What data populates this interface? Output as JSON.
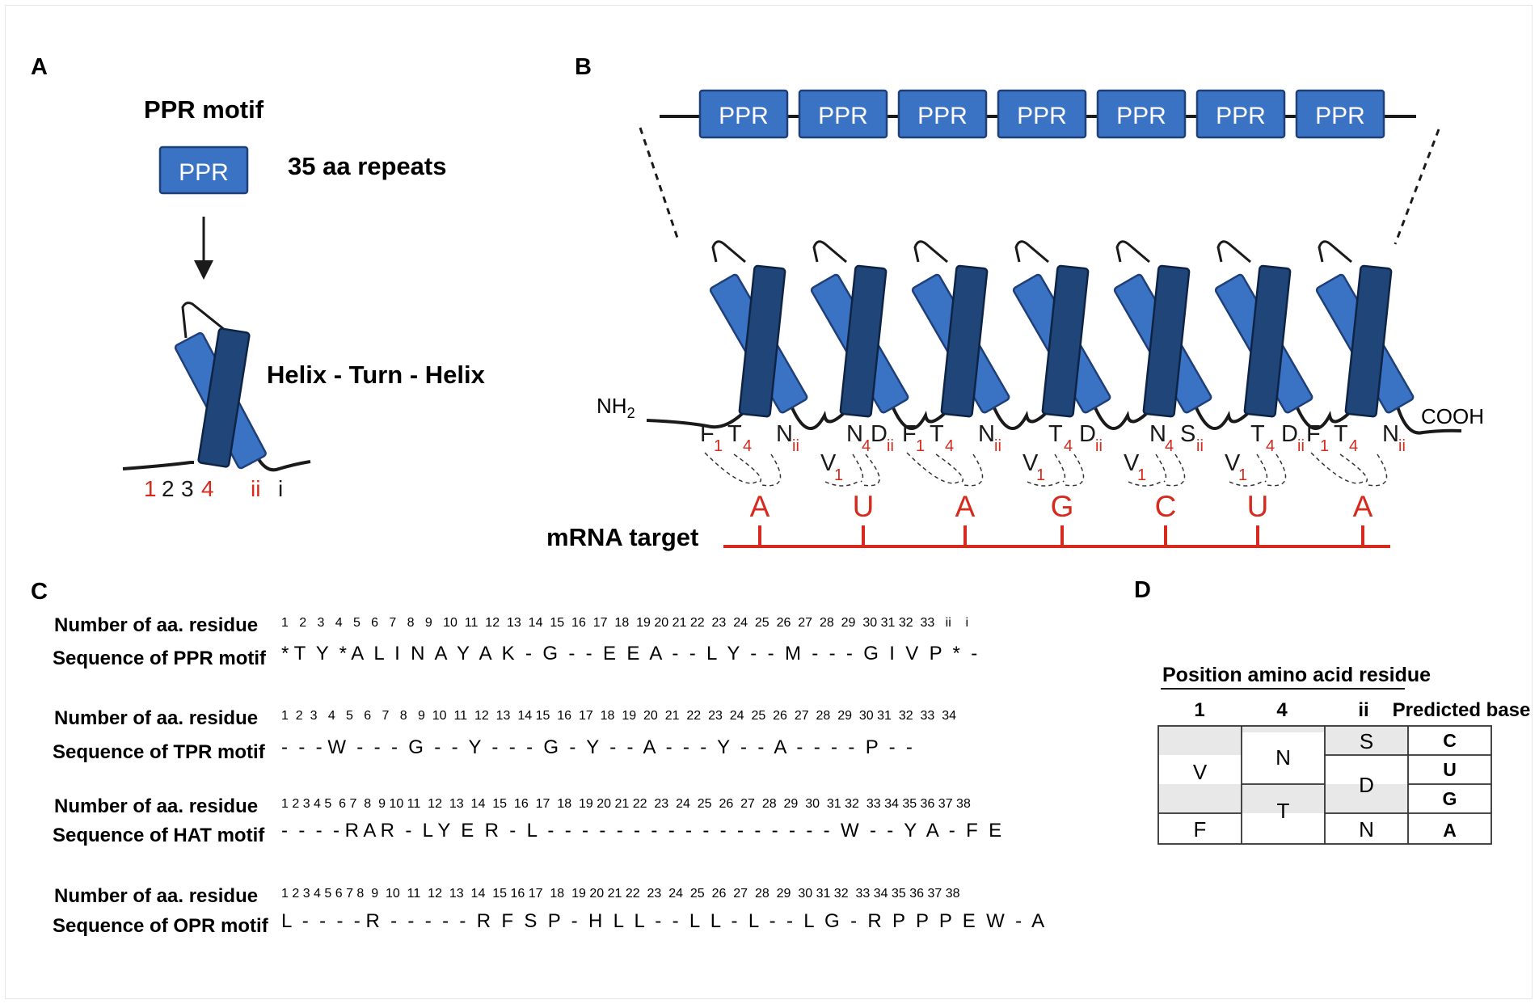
{
  "panels": {
    "a": "A",
    "b": "B",
    "c": "C",
    "d": "D"
  },
  "panel_a": {
    "title": "PPR motif",
    "box_label": "PPR",
    "repeat_text": "35 aa repeats",
    "structure_label": "Helix - Turn - Helix",
    "positions": [
      {
        "text": "1",
        "color": "red"
      },
      {
        "text": "2",
        "color": "black"
      },
      {
        "text": "3",
        "color": "black"
      },
      {
        "text": "4",
        "color": "red"
      },
      {
        "text": "ii",
        "color": "red"
      },
      {
        "text": "i",
        "color": "black"
      }
    ]
  },
  "panel_b": {
    "repeat_label": "PPR",
    "n_term": "NH",
    "n_term_sub": "2",
    "c_term": "COOH",
    "mrna_label": "mRNA target",
    "residues": [
      {
        "pos1": "F",
        "pos4": "T",
        "posii": "N",
        "base": "A"
      },
      {
        "pos1": "V",
        "pos4": "N",
        "posii": "D",
        "base": "U"
      },
      {
        "pos1": "F",
        "pos4": "T",
        "posii": "N",
        "base": "A"
      },
      {
        "pos1": "V",
        "pos4": "T",
        "posii": "D",
        "base": "G"
      },
      {
        "pos1": "V",
        "pos4": "N",
        "posii": "S",
        "base": "C"
      },
      {
        "pos1": "V",
        "pos4": "T",
        "posii": "D",
        "base": "U"
      },
      {
        "pos1": "F",
        "pos4": "T",
        "posii": "N",
        "base": "A"
      }
    ],
    "sub_1": "1",
    "sub_4": "4",
    "sub_ii": "ii"
  },
  "panel_c": {
    "rows": [
      {
        "number_label": "Number of aa. residue",
        "sequence_label": "Sequence of PPR motif",
        "numbers": "1   2   3   4   5   6   7   8   9   10  11  12  13  14  15  16  17  18  19 20 21 22  23  24  25  26  27  28  29  30 31 32  33   ii    i",
        "sequence": "* T  Y  * A  L  I  N  A  Y  A  K  -  G  -  -  E  E  A  -  -  L  Y  -  -  M  -  -  -  G  I  V  P  *  -"
      },
      {
        "number_label": "Number of aa. residue",
        "sequence_label": "Sequence of TPR motif",
        "numbers": "1  2  3   4   5   6   7   8   9  10  11  12  13  14 15  16  17  18  19  20  21  22  23  24  25  26  27  28  29  30 31  32  33  34",
        "sequence": "-  -  - W  -  -  -  G  -  -  Y  -  -  -  G  -  Y  -  -  A  -  -  -  Y  -  -  A  -  -  -  -  P  -  -"
      },
      {
        "number_label": "Number of aa. residue",
        "sequence_label": "Sequence of HAT motif",
        "numbers": "1 2 3 4 5  6 7  8  9 10 11  12  13  14  15  16  17  18  19 20 21 22  23  24  25  26  27  28  29  30  31 32  33 34 35 36 37 38",
        "sequence": "-  -  -  - R A R  -  L Y  E  R  -  L  -  -  -  -  -  -  -  -  -  -  -  -  -  -  -  -  -  W  -  -  Y  A  -  F  E"
      },
      {
        "number_label": "Number of aa. residue",
        "sequence_label": "Sequence of OPR motif",
        "numbers": "1 2 3 4 5 6 7 8  9  10  11  12  13  14  15 16 17  18  19 20 21 22  23  24  25  26  27  28  29  30 31 32  33 34 35 36 37 38",
        "sequence": "L  -  -  -  - R  -  -  -  -  -  R  F  S  P  -  H  L  L  -  -  L  L  -  L  -  -  L  G  -  R  P  P  P  E  W  -  A"
      }
    ]
  },
  "panel_d": {
    "title": "Position amino acid residue",
    "headers": [
      "1",
      "4",
      "ii",
      "Predicted base"
    ],
    "col1": [
      "V",
      "F"
    ],
    "col4": [
      "N",
      "T"
    ],
    "colii": [
      "S",
      "D",
      "N"
    ],
    "bases": [
      "C",
      "U",
      "G",
      "A"
    ]
  },
  "colors": {
    "ppr_box": "#3a73c4",
    "ppr_box_border": "#1f3f78",
    "helix_light": "#3a73c4",
    "helix_dark": "#1f4579",
    "red": "#d62a1e",
    "black": "#1a1a1a",
    "table_shade": "#e8e8e8"
  }
}
